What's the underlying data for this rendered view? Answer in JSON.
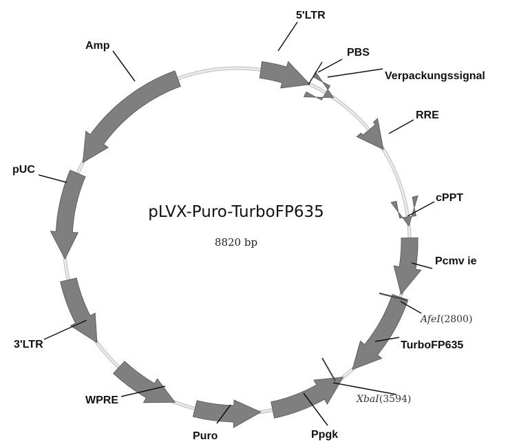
{
  "plasmid": {
    "name": "pLVX-Puro-TurboFP635",
    "size": "8820 bp"
  },
  "features": [
    {
      "id": "ltr5",
      "label": "5'LTR"
    },
    {
      "id": "pbs",
      "label": "PBS"
    },
    {
      "id": "psi",
      "label": "Verpackungssignal"
    },
    {
      "id": "rre",
      "label": "RRE"
    },
    {
      "id": "cppt",
      "label": "cPPT"
    },
    {
      "id": "pcmv",
      "label": "Pcmv ie"
    },
    {
      "id": "turbofp",
      "label": "TurboFP635"
    },
    {
      "id": "ppgk",
      "label": "Ppgk"
    },
    {
      "id": "puro",
      "label": "Puro"
    },
    {
      "id": "wpre",
      "label": "WPRE"
    },
    {
      "id": "ltr3",
      "label": "3'LTR"
    },
    {
      "id": "puc",
      "label": "pUC"
    },
    {
      "id": "amp",
      "label": "Amp"
    }
  ],
  "restriction_sites": [
    {
      "id": "afei",
      "name": "AfeI",
      "position": "(2800)"
    },
    {
      "id": "xbai",
      "name": "XbaI",
      "position": "(3594)"
    }
  ],
  "colors": {
    "feature_fill": "#7f7f7f",
    "backbone": "#d9d9d9",
    "text": "#111111"
  }
}
